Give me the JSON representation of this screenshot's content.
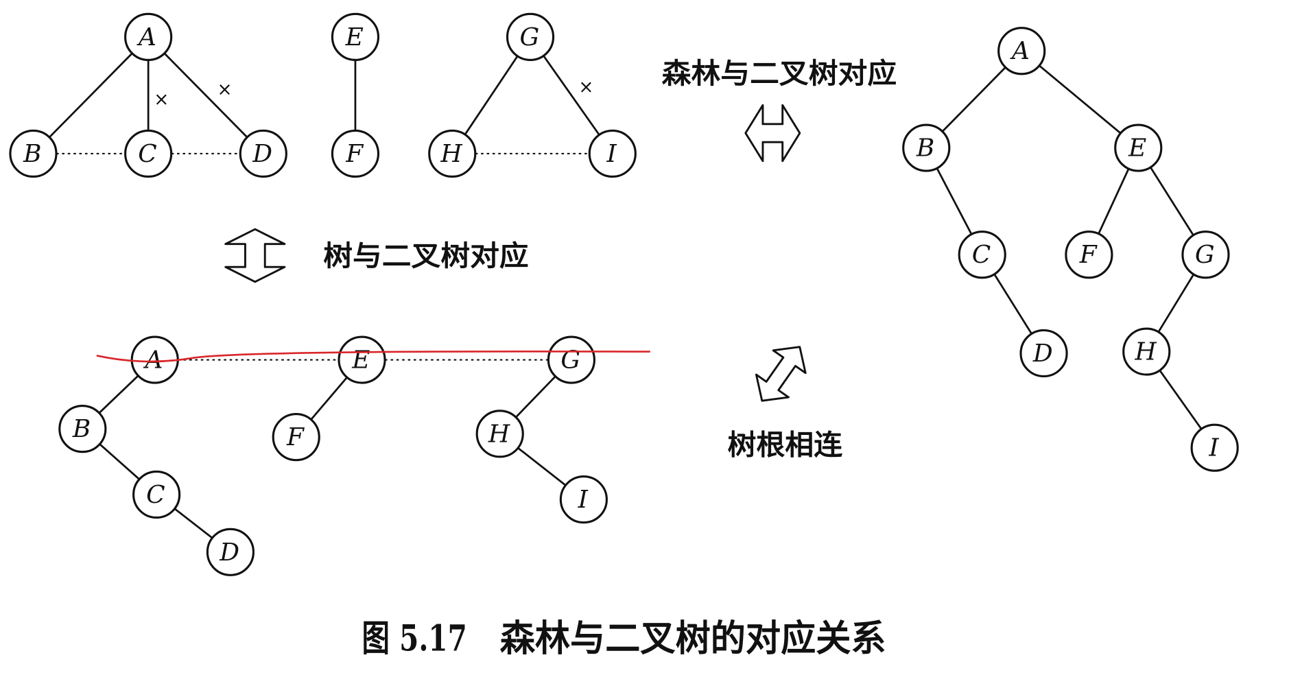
{
  "forest": {
    "nodes": [
      "A",
      "B",
      "C",
      "D",
      "E",
      "F",
      "G",
      "H",
      "I"
    ],
    "cut_mark": "×"
  },
  "tree_binary": {
    "nodes": [
      "A",
      "B",
      "C",
      "D",
      "E",
      "F",
      "G",
      "H",
      "I"
    ]
  },
  "binary_tree": {
    "nodes": [
      "A",
      "B",
      "C",
      "D",
      "E",
      "F",
      "G",
      "H",
      "I"
    ]
  },
  "labels": {
    "forest_to_binary": "森林与二叉树对应",
    "tree_to_binary": "树与二叉树对应",
    "connect_roots": "树根相连"
  },
  "caption": {
    "figure_number": "图 5.17",
    "title": "森林与二叉树的对应关系"
  },
  "icons": {
    "forest_to_binary_arrow": "double-arrow-horizontal-icon",
    "tree_to_binary_arrow": "double-arrow-vertical-icon",
    "connect_roots_arrow": "double-arrow-diagonal-icon"
  },
  "colors": {
    "ink": "#111111",
    "annotation": "#d8262a"
  }
}
